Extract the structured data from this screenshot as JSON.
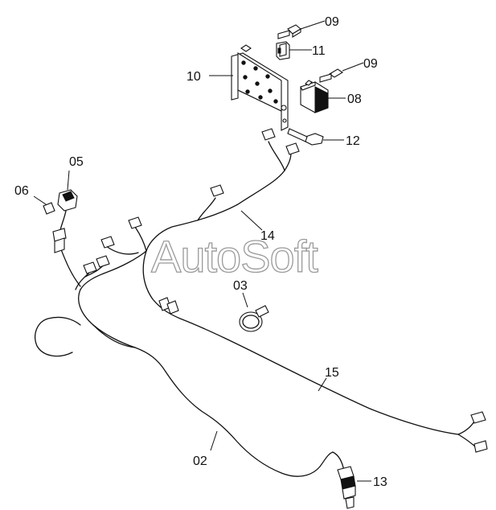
{
  "watermark": "AutoSoft",
  "callouts": {
    "c09a": "09",
    "c11": "11",
    "c10": "10",
    "c09b": "09",
    "c08": "08",
    "c12": "12",
    "c05": "05",
    "c06": "06",
    "c14": "14",
    "c03": "03",
    "c15": "15",
    "c02": "02",
    "c13": "13"
  }
}
